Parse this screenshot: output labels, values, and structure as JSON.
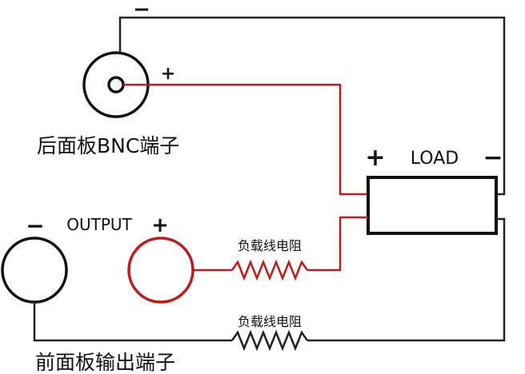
{
  "labels": {
    "rear_bnc": "后面板BNC端子",
    "front_output": "前面板输出端子",
    "output": "OUTPUT",
    "load": "LOAD",
    "resistor_top": "负载线电阻",
    "resistor_bottom": "负载线电阻"
  },
  "polarity": {
    "bnc_minus": "−",
    "bnc_plus": "+",
    "output_minus": "−",
    "output_plus": "+",
    "load_plus": "+",
    "load_minus": "−"
  },
  "colors": {
    "wire_black": "#222222",
    "wire_red": "#c21a1a",
    "terminal_red": "#c21a1a"
  }
}
